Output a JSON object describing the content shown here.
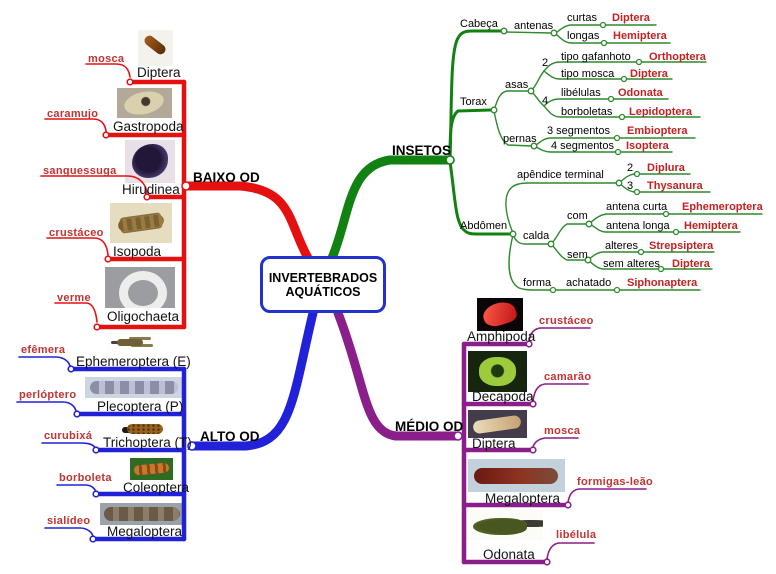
{
  "title": {
    "line1": "INVERTEBRADOS",
    "line2": "AQUÁTICOS"
  },
  "colors": {
    "baixo_od": "#e51111",
    "insetos": "#118211",
    "insetos_thin_line": "#2d8a2d",
    "alto_od": "#2121d9",
    "medio_od": "#8a1e8a",
    "leaf_text": "#c23333",
    "order_text": "#c32222",
    "center_border": "#2233cc"
  },
  "baixo_od": {
    "label": "BAIXO OD",
    "children": [
      {
        "name": "Diptera",
        "leaf": "mosca",
        "image": "fly-larva-photo"
      },
      {
        "name": "Gastropoda",
        "leaf": "caramujo",
        "image": "snail-photo"
      },
      {
        "name": "Hirudinea",
        "leaf": "sanguessuga",
        "image": "leech-photo"
      },
      {
        "name": "Isopoda",
        "leaf": "crustáceo",
        "image": "isopod-photo"
      },
      {
        "name": "Oligochaeta",
        "leaf": "verme",
        "image": "tubifex-worm-photo"
      }
    ]
  },
  "alto_od": {
    "label": "ALTO OD",
    "children": [
      {
        "name": "Ephemeroptera (E)",
        "leaf": "efêmera",
        "image": "mayfly-nymph-photo"
      },
      {
        "name": "Plecoptera (P)",
        "leaf": "perlóptero",
        "image": "stonefly-larva-photo"
      },
      {
        "name": "Trichoptera (T)",
        "leaf": "curubixá",
        "image": "caddisfly-case-photo"
      },
      {
        "name": "Coleoptera",
        "leaf": "borboleta",
        "image": "beetle-larva-photo"
      },
      {
        "name": "Megaloptera",
        "leaf": "sialídeo",
        "image": "megaloptera-larva-photo"
      }
    ]
  },
  "medio_od": {
    "label": "MÉDIO OD",
    "children": [
      {
        "name": "Amphipoda",
        "leaf": "crustáceo",
        "image": "amphipod-photo"
      },
      {
        "name": "Decapoda",
        "leaf": "camarão",
        "image": "crab-photo"
      },
      {
        "name": "Diptera",
        "leaf": "mosca",
        "image": "fly-larva-photo-2"
      },
      {
        "name": "Megaloptera",
        "leaf": "formigas-leão",
        "image": "megaloptera-larva-photo-2"
      },
      {
        "name": "Odonata",
        "leaf": "libélula",
        "image": "dragonfly-nymph-photo"
      }
    ]
  },
  "insetos": {
    "label": "INSETOS",
    "cabeca": {
      "label": "Cabeça"
    },
    "antenas": {
      "label": "antenas"
    },
    "curtas": {
      "label": "curtas",
      "order": "Diptera"
    },
    "longas": {
      "label": "longas",
      "order": "Hemiptera"
    },
    "torax": {
      "label": "Torax"
    },
    "asas": {
      "label": "asas"
    },
    "asas_2": {
      "label": "2"
    },
    "asas_4": {
      "label": "4"
    },
    "tipo_gafanhoto": {
      "label": "tipo gafanhoto",
      "order": "Orthoptera"
    },
    "tipo_mosca": {
      "label": "tipo mosca",
      "order": "Diptera"
    },
    "libelulas": {
      "label": "libélulas",
      "order": "Odonata"
    },
    "borboletas": {
      "label": "borboletas",
      "order": "Lepidoptera"
    },
    "pernas": {
      "label": "pernas"
    },
    "seg_3": {
      "label": "3 segmentos",
      "order": "Embioptera"
    },
    "seg_4": {
      "label": "4 segmentos",
      "order": "Isoptera"
    },
    "apendice": {
      "label": "apêndice terminal"
    },
    "apendice_2": {
      "label": "2",
      "order": "Diplura"
    },
    "apendice_3": {
      "label": "3",
      "order": "Thysanura"
    },
    "abdomen": {
      "label": "Abdômen"
    },
    "calda": {
      "label": "calda"
    },
    "com": {
      "label": "com"
    },
    "antena_curta": {
      "label": "antena curta",
      "order": "Ephemeroptera"
    },
    "antena_longa": {
      "label": "antena longa",
      "order": "Hemiptera"
    },
    "sem": {
      "label": "sem"
    },
    "alteres": {
      "label": "alteres",
      "order": "Strepsiptera"
    },
    "sem_alteres": {
      "label": "sem alteres",
      "order": "Diptera"
    },
    "forma": {
      "label": "forma"
    },
    "achatado": {
      "label": "achatado",
      "order": "Siphonaptera"
    }
  }
}
